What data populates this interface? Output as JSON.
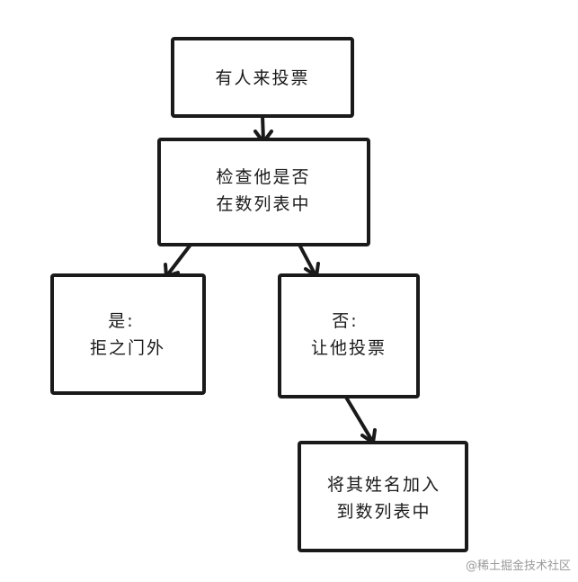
{
  "diagram": {
    "nodes": {
      "vote": {
        "lines": [
          "有人来投票"
        ]
      },
      "check": {
        "lines": [
          "检查他是否",
          "在数列表中"
        ]
      },
      "yes": {
        "lines": [
          "是:",
          "拒之门外"
        ]
      },
      "no": {
        "lines": [
          "否:",
          "让他投票"
        ]
      },
      "add": {
        "lines": [
          "将其姓名加入",
          "到数列表中"
        ]
      }
    },
    "edges": [
      {
        "from": "vote",
        "to": "check"
      },
      {
        "from": "check",
        "to": "yes"
      },
      {
        "from": "check",
        "to": "no"
      },
      {
        "from": "no",
        "to": "add"
      }
    ]
  },
  "watermark": "@稀土掘金技术社区",
  "colors": {
    "stroke": "#1a1a1a",
    "background": "#ffffff",
    "watermark": "#9a9a9a"
  }
}
